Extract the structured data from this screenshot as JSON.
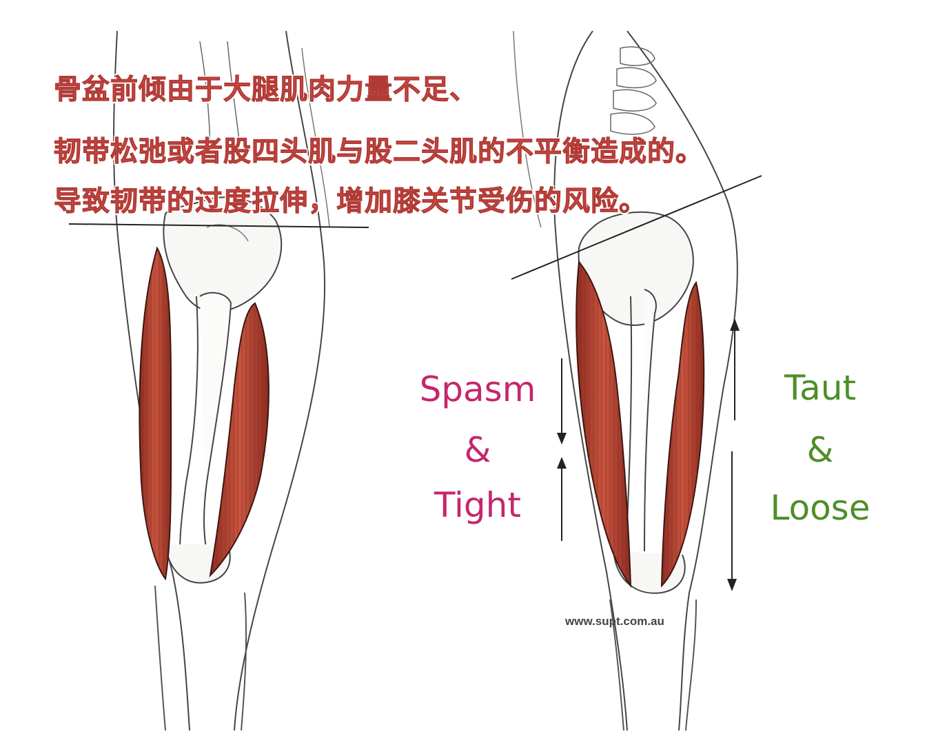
{
  "caption": {
    "line1": "骨盆前倾由于大腿肌肉力量不足、",
    "line2": "韧带松弛或者股四头肌与股二头肌的不平衡造成的。",
    "line3": "导致韧带的过度拉伸，增加膝关节受伤的风险。",
    "color": "#d9534f"
  },
  "left_label": {
    "word1": "Spasm",
    "word2": "&",
    "word3": "Tight",
    "color": "#c4266c"
  },
  "right_label": {
    "word1": "Taut",
    "word2": "&",
    "word3": "Loose",
    "color": "#4e8e2a"
  },
  "website": "www.supt.com.au",
  "muscle_color": "#b84a3a"
}
